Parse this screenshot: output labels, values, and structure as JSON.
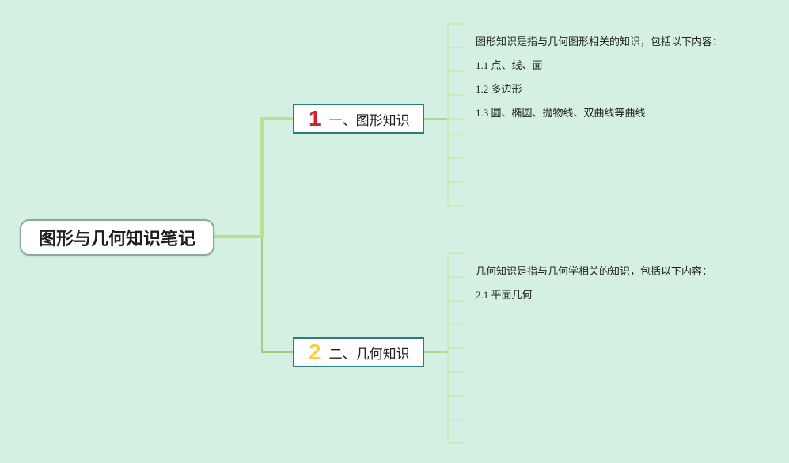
{
  "root": {
    "label": "图形与几何知识笔记"
  },
  "topics": [
    {
      "number": "1",
      "label": "一、图形知识",
      "items": [
        "图形知识是指与几何图形相关的知识，包括以下内容：",
        "1.1 点、线、面",
        "1.2 多边形",
        "1.3 圆、椭圆、抛物线、双曲线等曲线"
      ]
    },
    {
      "number": "2",
      "label": "二、几何知识",
      "items": [
        "几何知识是指与几何学相关的知识，包括以下内容：",
        "2.1 平面几何"
      ]
    }
  ],
  "colors": {
    "background": "#d3f0e2",
    "main_connector": "#b9e08f",
    "branch_connector": "#9cd27a",
    "leaf_connector": "#c8e8b6",
    "topic_border": "#2f7a7f",
    "number_1": "#d61f2c",
    "number_2": "#f6cf3a"
  }
}
